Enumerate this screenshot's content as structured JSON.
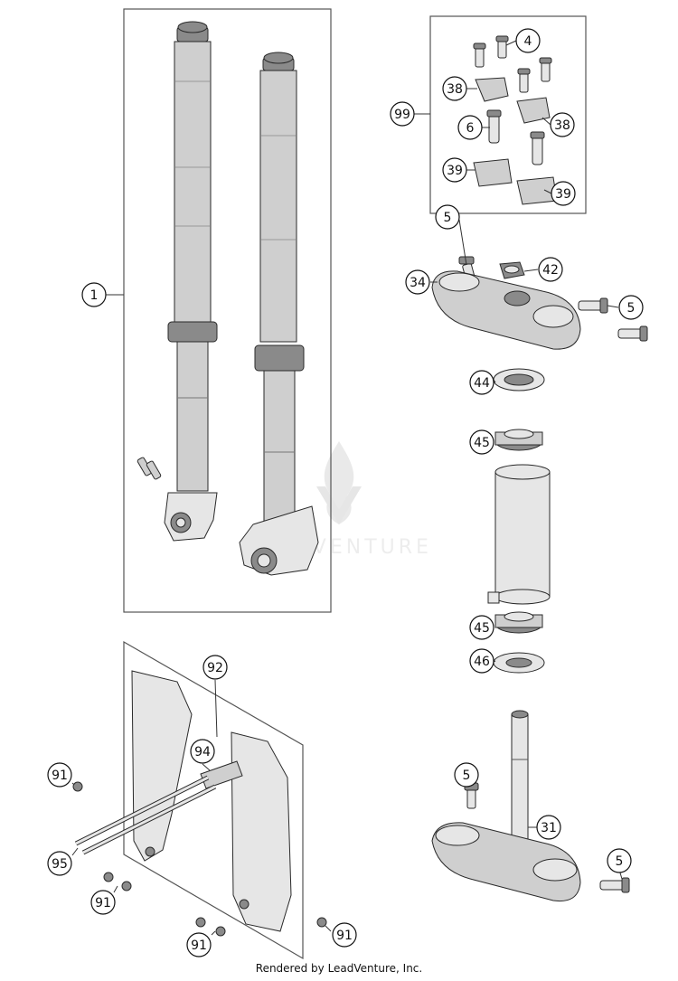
{
  "callouts": [
    {
      "label": "1"
    },
    {
      "label": "99"
    },
    {
      "label": "4"
    },
    {
      "label": "38"
    },
    {
      "label": "6"
    },
    {
      "label": "38"
    },
    {
      "label": "39"
    },
    {
      "label": "39"
    },
    {
      "label": "5"
    },
    {
      "label": "42"
    },
    {
      "label": "34"
    },
    {
      "label": "5"
    },
    {
      "label": "44"
    },
    {
      "label": "45"
    },
    {
      "label": "45"
    },
    {
      "label": "46"
    },
    {
      "label": "92"
    },
    {
      "label": "94"
    },
    {
      "label": "91"
    },
    {
      "label": "95"
    },
    {
      "label": "91"
    },
    {
      "label": "91"
    },
    {
      "label": "91"
    },
    {
      "label": "5"
    },
    {
      "label": "31"
    },
    {
      "label": "5"
    }
  ],
  "watermark": {
    "text": "LEADVENTURE"
  },
  "footer": {
    "text": "Rendered by LeadVenture, Inc."
  },
  "colors": {
    "part_fill": "#cfcfcf",
    "part_dark": "#8a8a8a",
    "watermark": "#e2e2e2"
  }
}
